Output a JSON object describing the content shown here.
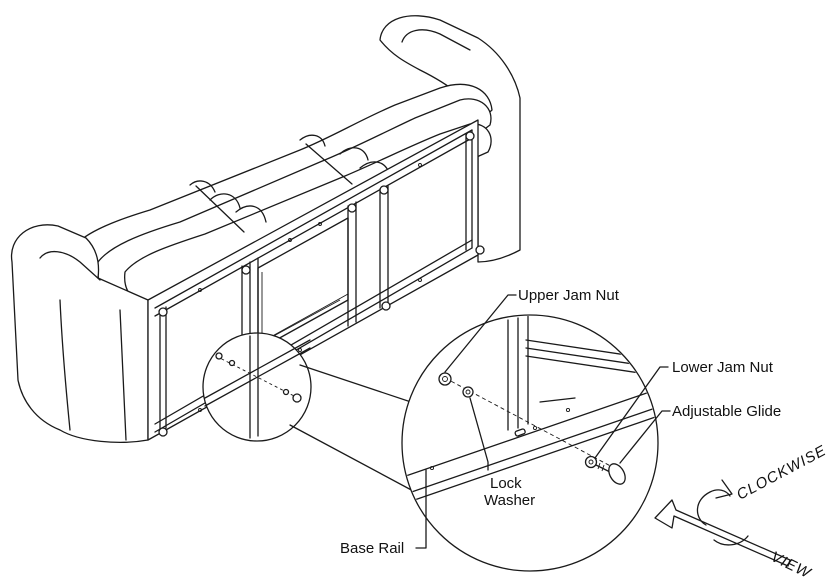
{
  "labels": {
    "upper_jam_nut": "Upper Jam Nut",
    "lower_jam_nut": "Lower Jam Nut",
    "adjustable_glide": "Adjustable Glide",
    "lock": "Lock",
    "washer": "Washer",
    "base_rail": "Base Rail"
  },
  "direction": {
    "clockwise": "CLOCKWISE",
    "view": "VIEW"
  },
  "colors": {
    "line": "#1a1a1a",
    "background": "#ffffff"
  }
}
